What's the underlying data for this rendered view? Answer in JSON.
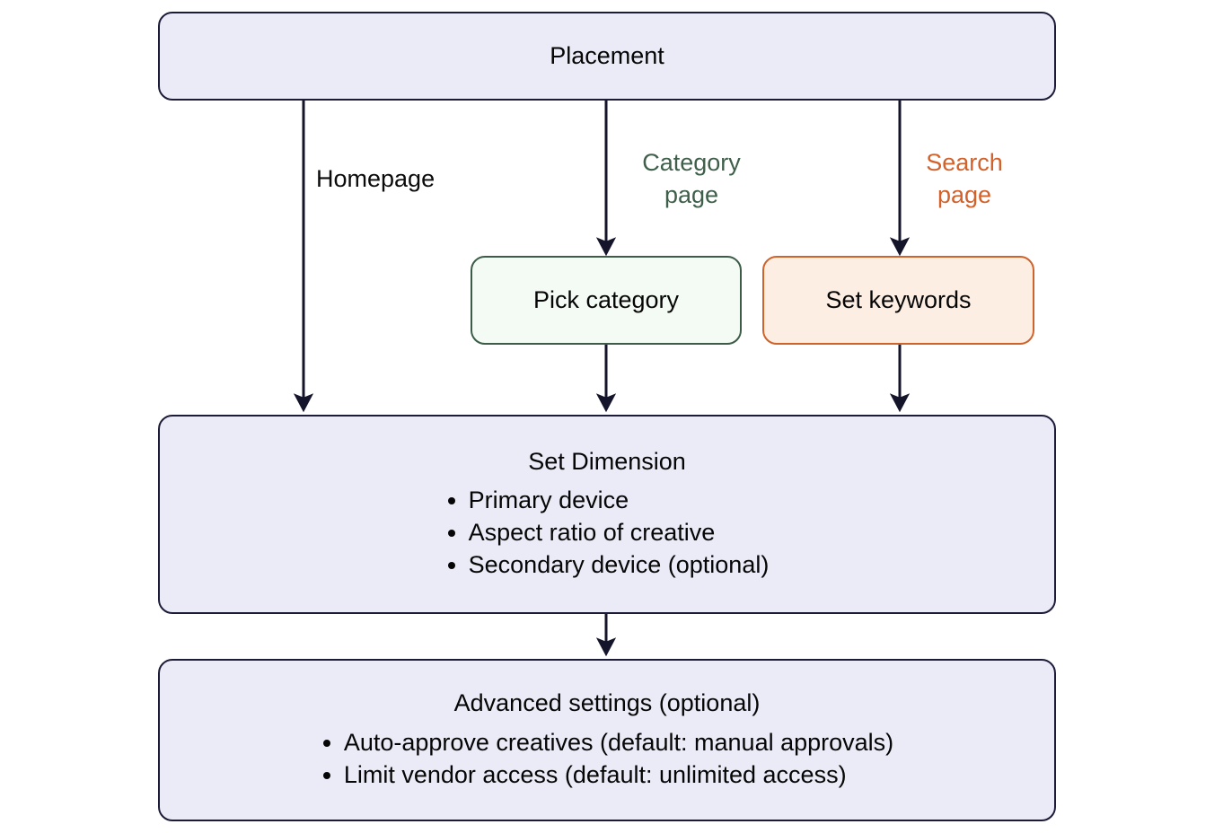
{
  "diagram": {
    "type": "flowchart",
    "background": "#ffffff",
    "palette": {
      "purple_fill": "#ebebf8",
      "purple_border": "#1c1c38",
      "green_fill": "#f4fbf4",
      "green_border": "#3c5c48",
      "orange_fill": "#fceee3",
      "orange_border": "#d0632a",
      "connector": "#14142b",
      "text": "#060606"
    },
    "nodes": {
      "placement": {
        "title": "Placement",
        "style": "purple"
      },
      "pick_category": {
        "title": "Pick category",
        "style": "green"
      },
      "set_keywords": {
        "title": "Set keywords",
        "style": "orange"
      },
      "set_dimension": {
        "title": "Set Dimension",
        "style": "purple",
        "bullets": [
          "Primary device",
          "Aspect ratio of creative",
          "Secondary device (optional)"
        ]
      },
      "advanced_settings": {
        "title": "Advanced settings (optional)",
        "style": "purple",
        "bullets": [
          "Auto-approve creatives (default: manual approvals)",
          "Limit vendor access (default: unlimited access)"
        ]
      }
    },
    "edges": [
      {
        "id": "placement-homepage",
        "from": "placement",
        "to": "set_dimension",
        "label": "Homepage",
        "label_color": "plain"
      },
      {
        "id": "placement-category",
        "from": "placement",
        "to": "pick_category",
        "label": "Category\npage",
        "label_color": "green"
      },
      {
        "id": "placement-search",
        "from": "placement",
        "to": "set_keywords",
        "label": "Search\npage",
        "label_color": "orange"
      },
      {
        "id": "category-dimension",
        "from": "pick_category",
        "to": "set_dimension",
        "label": ""
      },
      {
        "id": "keywords-dimension",
        "from": "set_keywords",
        "to": "set_dimension",
        "label": ""
      },
      {
        "id": "dimension-advanced",
        "from": "set_dimension",
        "to": "advanced_settings",
        "label": ""
      }
    ]
  }
}
